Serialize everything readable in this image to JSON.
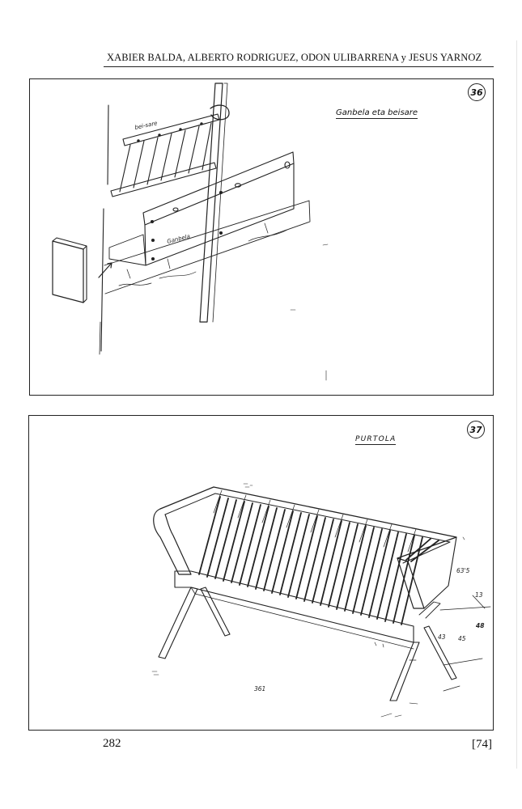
{
  "header": {
    "running_head": "XABIER BALDA, ALBERTO RODRIGUEZ, ODON ULIBARRENA y JESUS YARNOZ"
  },
  "figures": [
    {
      "number": "36",
      "title": "Ganbela eta beisare",
      "labels": {
        "beisare": "bei-sare",
        "ganbela": "Ganbela"
      }
    },
    {
      "number": "37",
      "title": "PURTOLA",
      "dimensions": [
        "63'5",
        "13",
        "48",
        "45",
        "43",
        "361"
      ]
    }
  ],
  "footer": {
    "page_number": "282",
    "section_number": "[74]"
  }
}
